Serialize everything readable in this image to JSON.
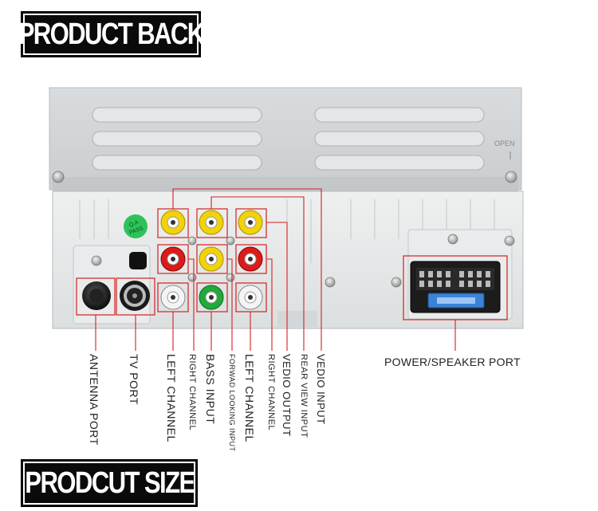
{
  "titles": {
    "top": "PRODUCT BACK",
    "bottom": "PRODCUT SIZE"
  },
  "stickers": {
    "qa": "Q.A",
    "pass": "PASS",
    "open": "OPEN"
  },
  "labels": {
    "antenna_port": "ANTENNA PORT",
    "tv_port": "TV PORT",
    "left_channel_1": "LEFT CHANNEL",
    "right_channel_1": "RIGHT CHANNEL",
    "bass_input": "BASS INPUT",
    "forward_looking_input": "FORWAD LOOKING INPUT",
    "left_channel_2": "LEFT CHANNEL",
    "right_channel_2": "RIGHT CHANNEL",
    "vedio_output": "VEDIO OUTPUT",
    "rear_view_input": "REAR VIEW INPUT",
    "vedio_input": "VEDIO INPUT",
    "power_speaker_port": "POWER/SPEAKER PORT"
  },
  "colors": {
    "callout": "#d42020",
    "panel": "#e3e5e6",
    "rca_yellow": "#f2d20a",
    "rca_red": "#d81c1c",
    "rca_white": "#f4f4f4",
    "rca_green": "#1faa3a",
    "qa_sticker": "#2ec35a"
  }
}
